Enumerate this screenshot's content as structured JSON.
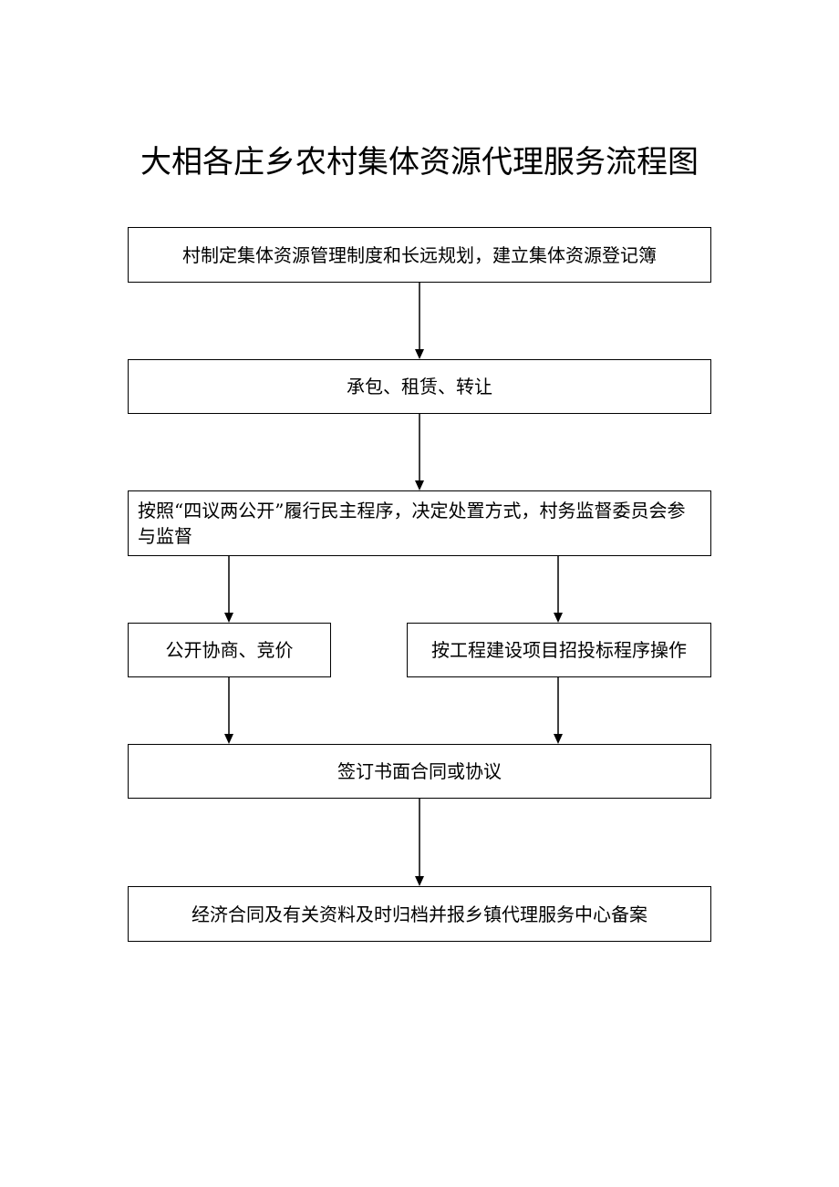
{
  "title": "大相各庄乡农村集体资源代理服务流程图",
  "steps": {
    "step1": "村制定集体资源管理制度和长远规划，建立集体资源登记簿",
    "step2": "承包、租赁、转让",
    "step3": "按照“四议两公开”履行民主程序，决定处置方式，村务监督委员会参与监督",
    "step4a": "公开协商、竞价",
    "step4b": "按工程建设项目招投标程序操作",
    "step5": "签订书面合同或协议",
    "step6": "经济合同及有关资料及时归档并报乡镇代理服务中心备案"
  }
}
